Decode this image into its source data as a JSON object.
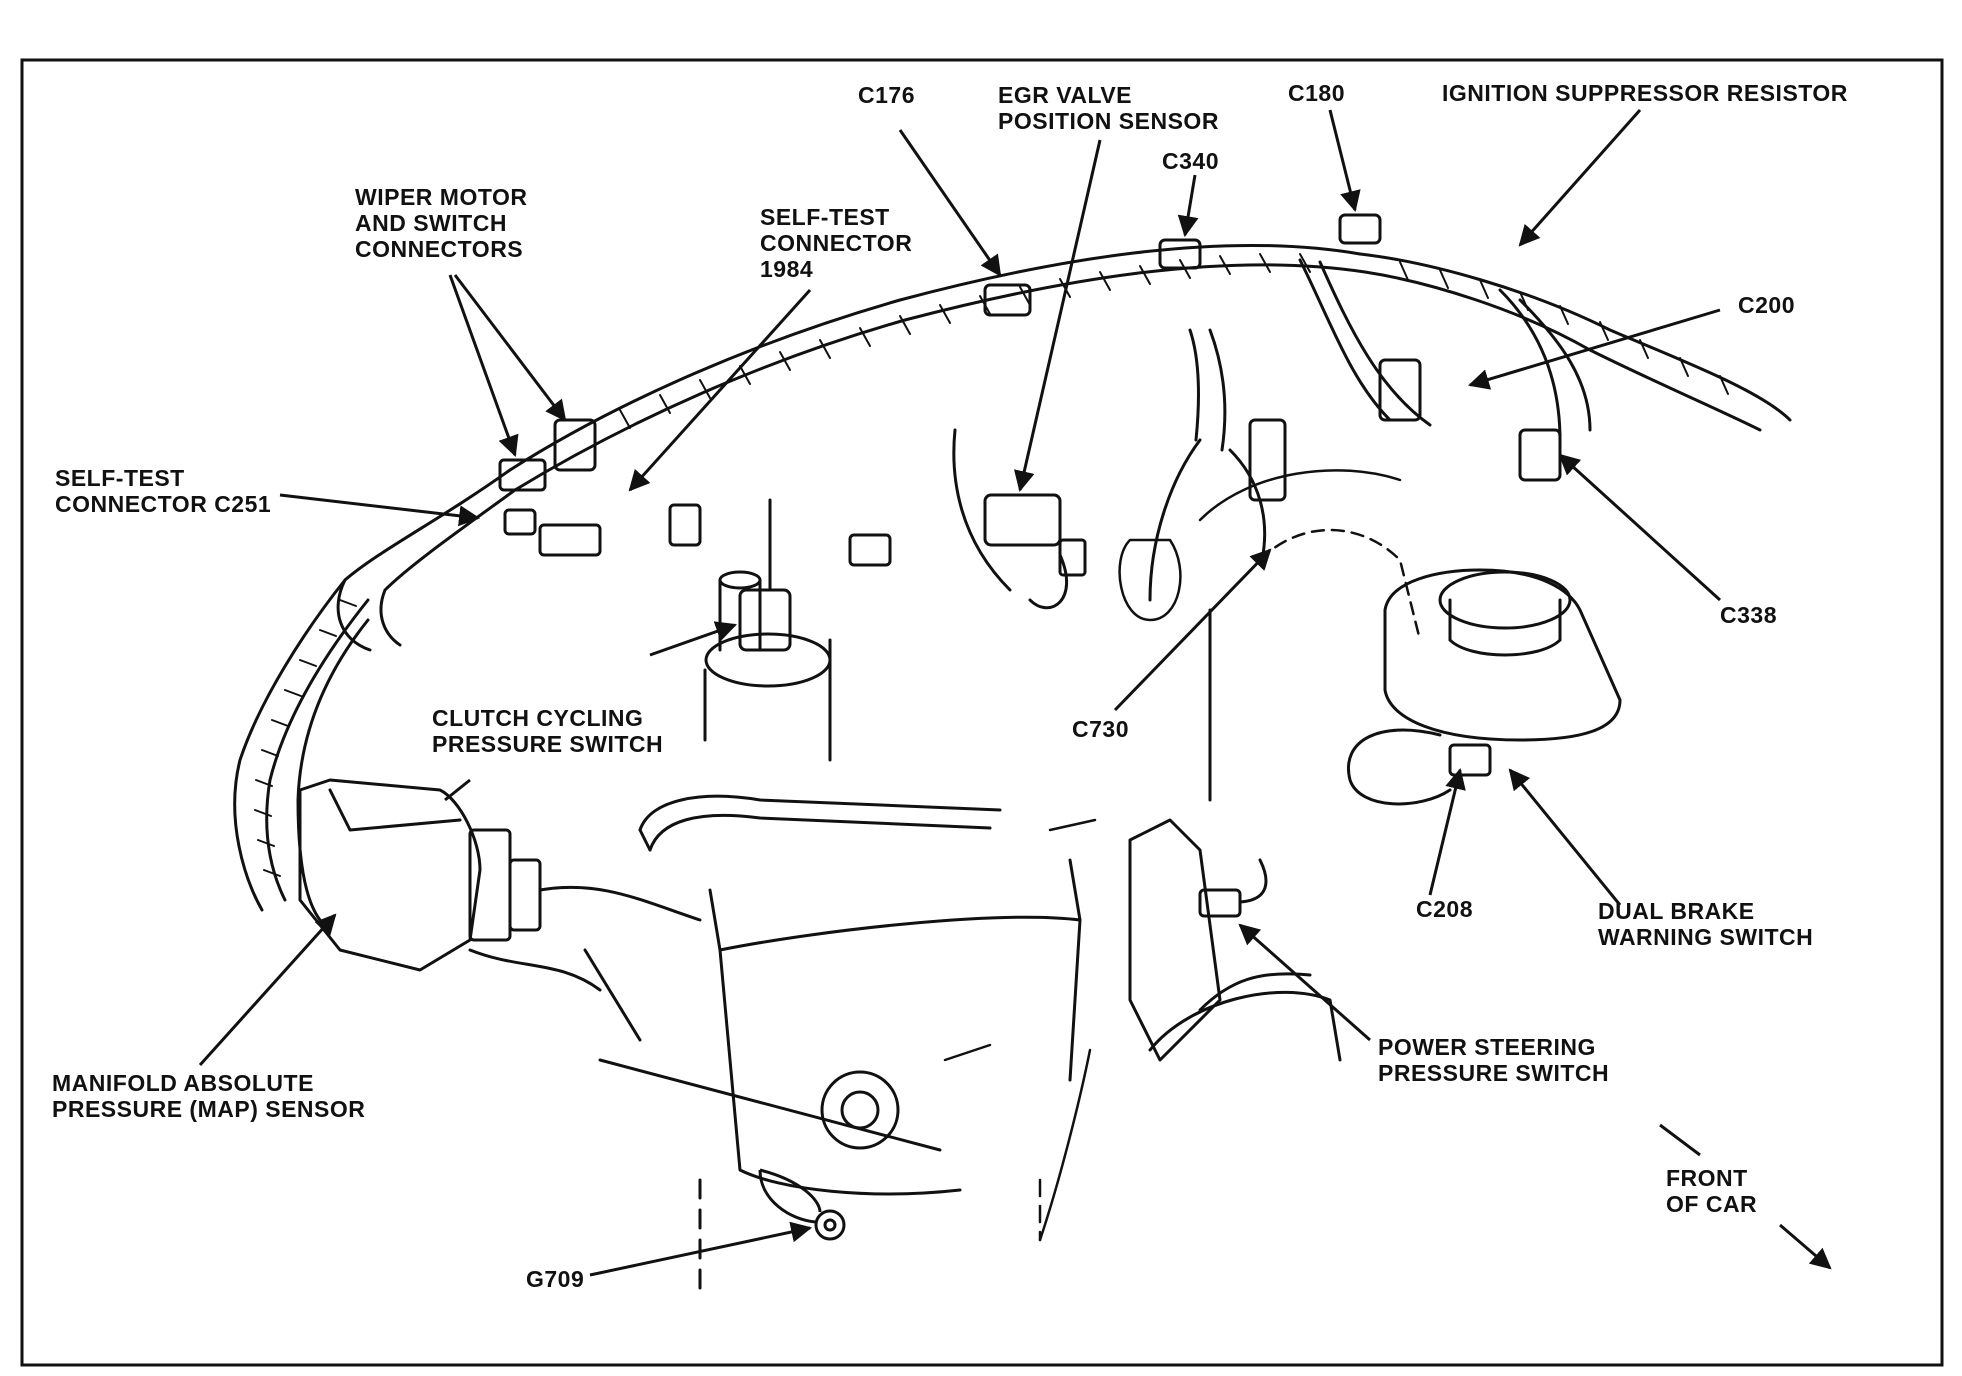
{
  "colors": {
    "ink": "#111111",
    "paper": "#ffffff"
  },
  "labels": {
    "c176": "C176",
    "egr_valve": [
      "EGR VALVE",
      "POSITION SENSOR"
    ],
    "c180": "C180",
    "ignition_suppressor": "IGNITION SUPPRESSOR RESISTOR",
    "c340": "C340",
    "wiper_motor": [
      "WIPER MOTOR",
      "AND SWITCH",
      "CONNECTORS"
    ],
    "self_test_1984": [
      "SELF-TEST",
      "CONNECTOR",
      "1984"
    ],
    "c200": "C200",
    "self_test_c251": [
      "SELF-TEST",
      "CONNECTOR C251"
    ],
    "c338": "C338",
    "clutch_cycling": [
      "CLUTCH CYCLING",
      "PRESSURE SWITCH"
    ],
    "c730": "C730",
    "c208": "C208",
    "dual_brake": [
      "DUAL BRAKE",
      "WARNING SWITCH"
    ],
    "map_sensor": [
      "MANIFOLD ABSOLUTE",
      "PRESSURE (MAP) SENSOR"
    ],
    "power_steering": [
      "POWER STEERING",
      "PRESSURE SWITCH"
    ],
    "g709": "G709",
    "front_of_car": [
      "FRONT",
      "OF CAR"
    ]
  }
}
